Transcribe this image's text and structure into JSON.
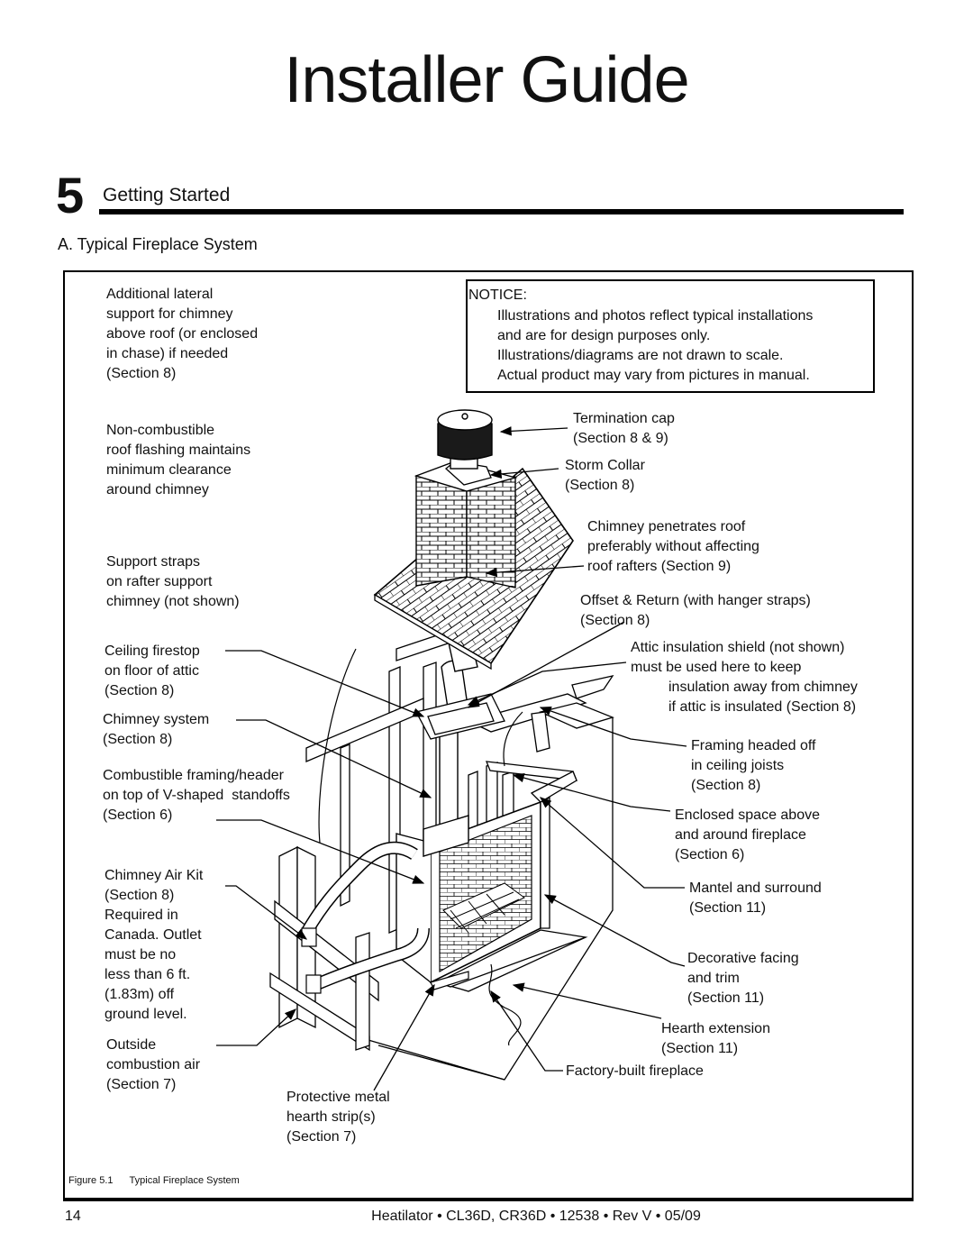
{
  "page": {
    "title": "Installer Guide",
    "section_number": "5",
    "section_title": "Getting Started",
    "subsection": "A. Typical Fireplace System"
  },
  "notice": {
    "heading": "NOTICE:",
    "lines": [
      "Illustrations and photos reflect typical installations",
      "and are for design purposes only.",
      "Illustrations/diagrams are not drawn to scale.",
      "Actual product may vary from pictures in manual."
    ]
  },
  "labels": {
    "lateral_support": "Additional lateral\nsupport for chimney\nabove roof (or enclosed\nin chase) if needed\n(Section 8)",
    "roof_flashing": "Non-combustible\nroof flashing maintains\nminimum clearance\naround chimney",
    "support_straps": "Support straps\non rafter support\nchimney (not shown)",
    "ceiling_firestop": "Ceiling firestop\non floor of attic\n(Section 8)",
    "chimney_system": "Chimney system\n(Section 8)",
    "combustible_framing": "Combustible framing/header\non top of V-shaped  standoffs\n(Section 6)",
    "chimney_air_kit": "Chimney Air Kit\n(Section 8)\nRequired in\nCanada. Outlet\nmust be no\nless than 6 ft.\n(1.83m) off\nground level.",
    "outside_air": "Outside\ncombustion air\n(Section 7)",
    "hearth_strip": "Protective metal\nhearth strip(s)\n(Section 7)",
    "termination_cap": "Termination cap\n(Section 8 & 9)",
    "storm_collar": "Storm Collar\n(Section 8)",
    "penetrates_roof": "Chimney penetrates roof\npreferably without affecting\nroof rafters (Section 9)",
    "offset_return": "Offset & Return (with hanger straps)\n(Section 8)",
    "attic_shield_1": "Attic insulation shield (not shown)\nmust be used here to keep",
    "attic_shield_2": "insulation away from chimney\nif attic is insulated (Section 8)",
    "framing_headed": "Framing headed off\nin ceiling joists\n(Section 8)",
    "enclosed_space": "Enclosed space above\nand around fireplace\n(Section 6)",
    "mantel": "Mantel and surround\n(Section 11)",
    "decorative_facing": "Decorative facing\nand trim\n(Section 11)",
    "hearth_extension": "Hearth extension\n(Section 11)",
    "factory_built": "Factory-built fireplace"
  },
  "figure": {
    "number": "Figure 5.1",
    "caption": "Typical Fireplace System"
  },
  "footer": {
    "page_number": "14",
    "text": "Heatilator • CL36D, CR36D • 12538 • Rev V • 05/09"
  }
}
